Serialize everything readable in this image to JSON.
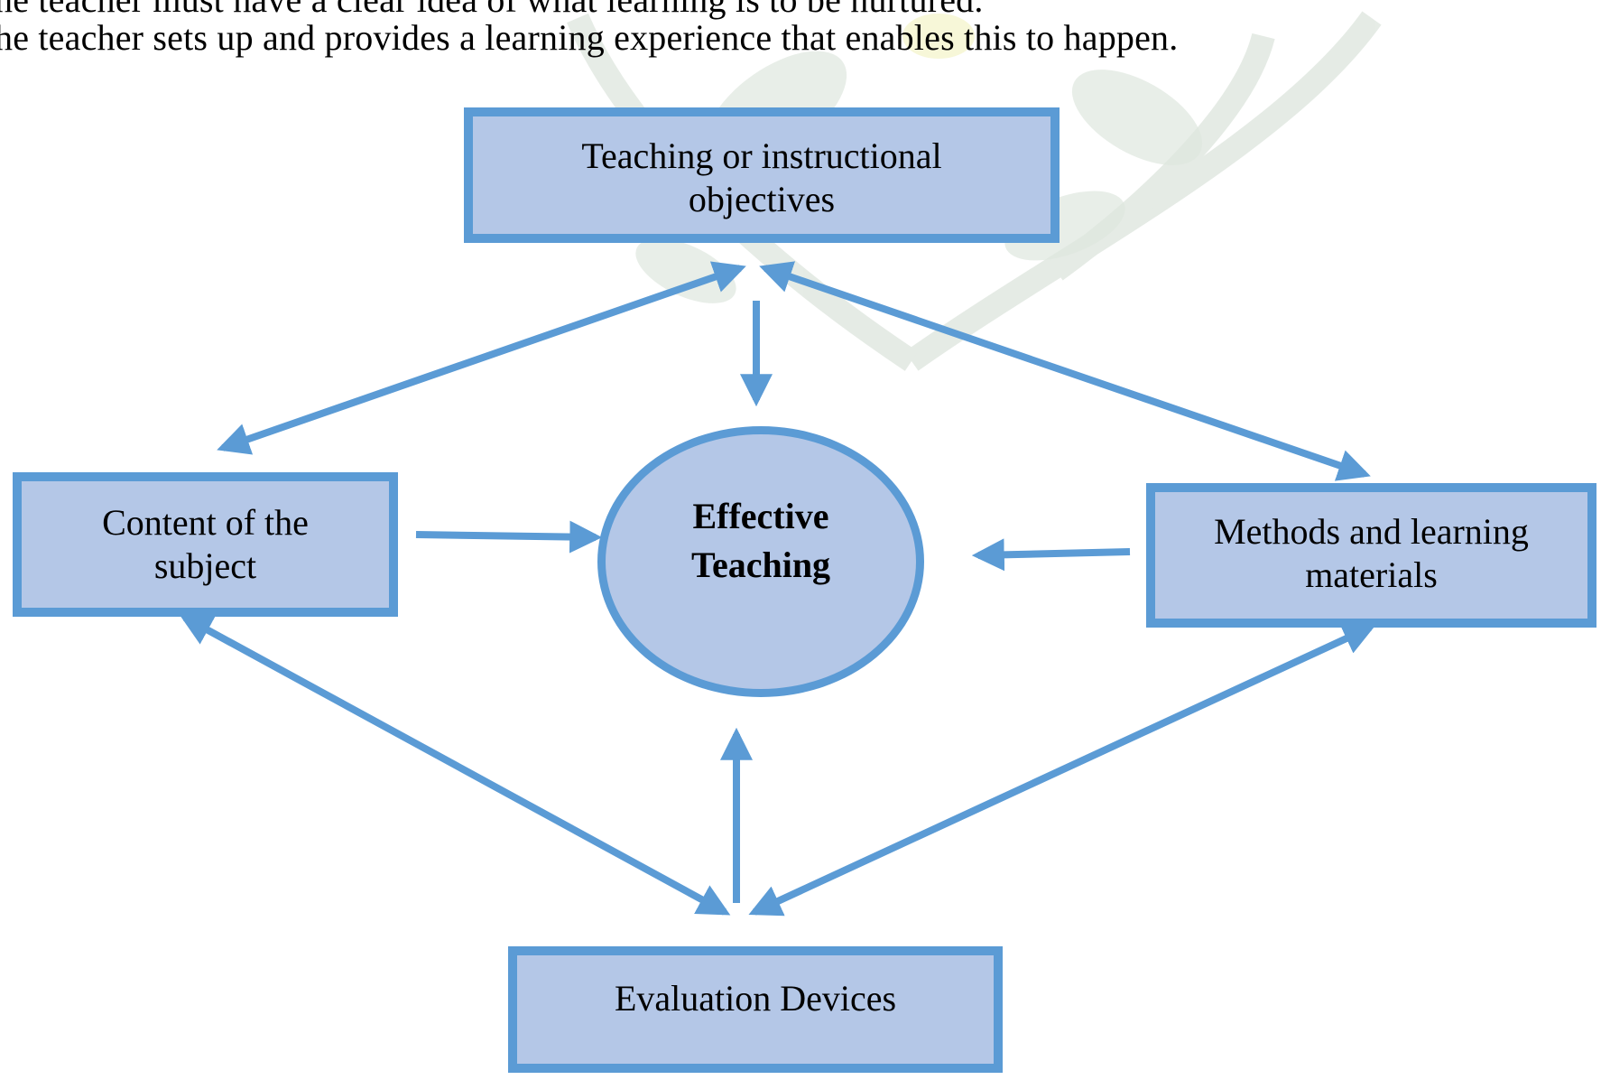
{
  "text_lines": [
    "he teacher must have a clear idea of what learning is to be nurtured.",
    "he teacher sets up and provides a learning experience that enables this to happen."
  ],
  "diagram": {
    "objectives": {
      "line1": "Teaching or instructional",
      "line2": "objectives"
    },
    "content": {
      "line1": "Content of the",
      "line2": "subject"
    },
    "center": {
      "line1": "Effective",
      "line2": "Teaching"
    },
    "methods": {
      "line1": "Methods and learning",
      "line2": "materials"
    },
    "evaluation": {
      "line1": "Evaluation Devices"
    }
  },
  "colors": {
    "box_fill": "#b4c7e7",
    "box_border": "#5b9bd5",
    "arrow": "#5b9bd5",
    "watermark": "#d9e2d9"
  },
  "icons": {
    "watermark": "leaf-watermark-icon"
  }
}
